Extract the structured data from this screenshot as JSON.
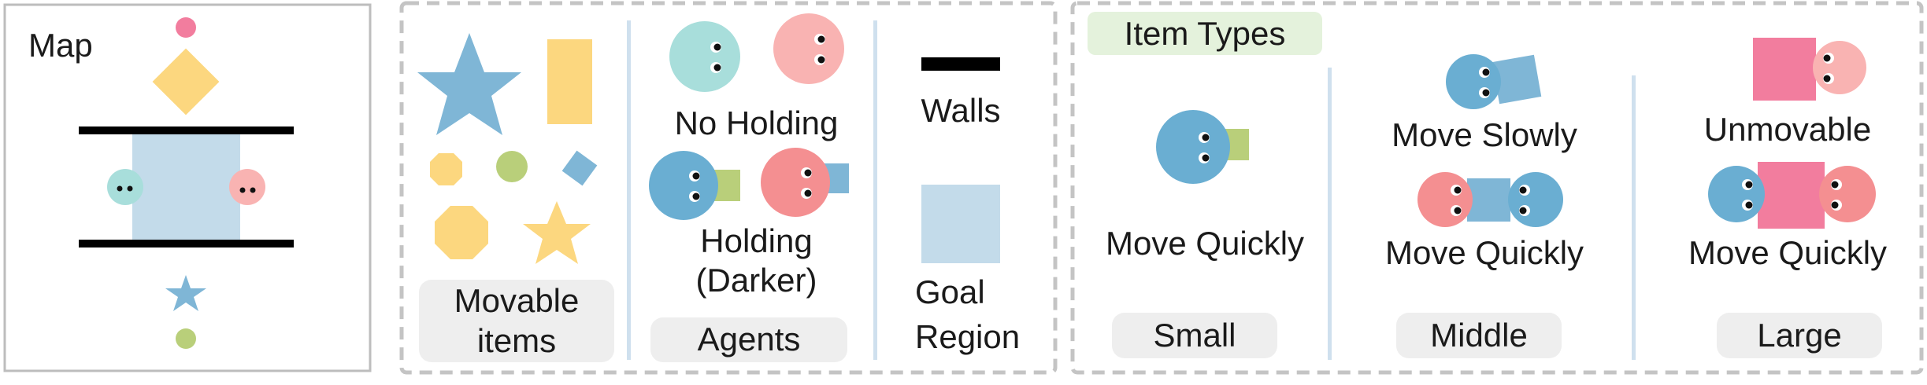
{
  "map": {
    "title": "Map"
  },
  "legend": {
    "movable_caption": "Movable items",
    "agents": {
      "no_holding": "No Holding",
      "holding": "Holding (Darker)",
      "caption": "Agents"
    },
    "walls": "Walls",
    "goal_region": "Goal Region"
  },
  "item_types": {
    "title": "Item Types",
    "small": {
      "behavior": "Move Quickly",
      "caption": "Small"
    },
    "middle": {
      "behavior_one": "Move Slowly",
      "behavior_two": "Move Quickly",
      "caption": "Middle"
    },
    "large": {
      "behavior_one": "Unmovable",
      "behavior_two": "Move Quickly",
      "caption": "Large"
    }
  },
  "colors": {
    "agent_teal": "#a8dedb",
    "agent_pink": "#f9b3b2",
    "agent_blue_dark": "#6aaed2",
    "agent_pink_dark": "#f48f91",
    "item_blue": "#7fb6d6",
    "item_yellow": "#fcd77f",
    "item_green": "#b9cf7a",
    "item_pink_dark": "#f27d9e",
    "item_pink_light": "#f4a4b8",
    "goal": "#c3dbea",
    "wall": "#000000",
    "divider": "#cfe0ee",
    "panel_border": "#c4c4c4",
    "pill_bg": "#e4f2dc",
    "caption_bg": "#eeeeee"
  }
}
